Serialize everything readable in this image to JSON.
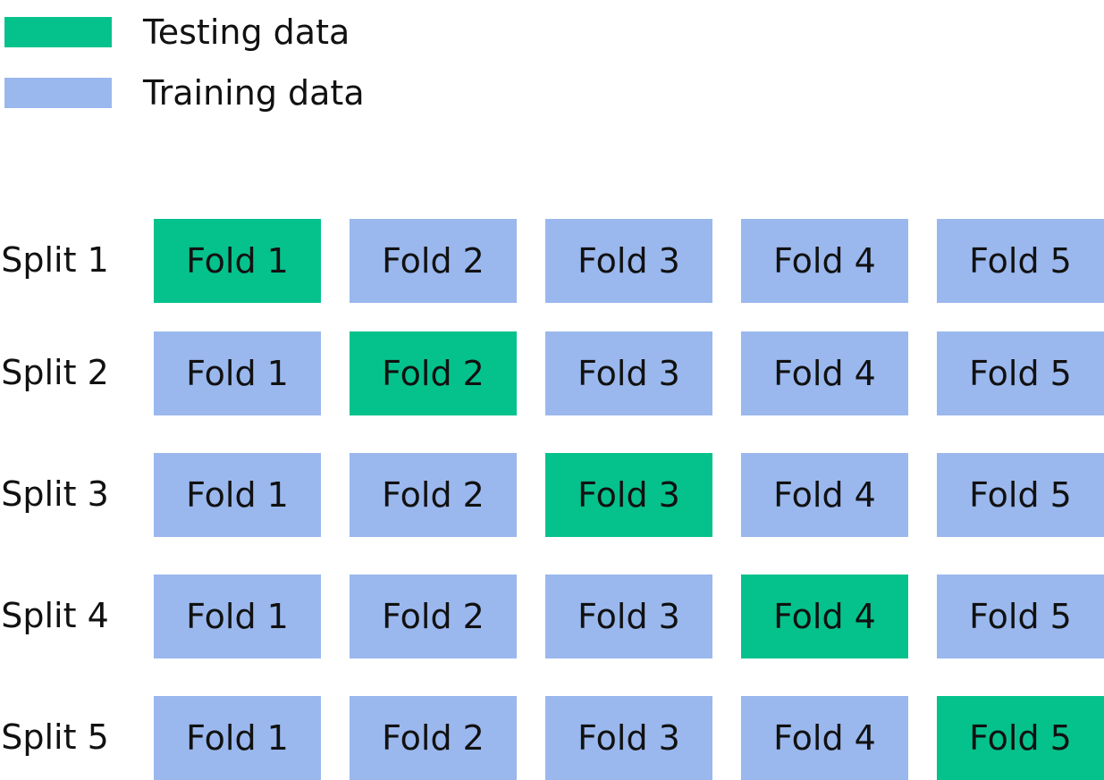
{
  "colors": {
    "testing": "#05c28d",
    "training": "#9bb8ee"
  },
  "legend": [
    {
      "label": "Testing data",
      "role": "testing"
    },
    {
      "label": "Training data",
      "role": "training"
    }
  ],
  "splits": [
    {
      "label": "Split 1",
      "test_fold": 1,
      "folds": [
        "Fold 1",
        "Fold 2",
        "Fold 3",
        "Fold 4",
        "Fold 5"
      ]
    },
    {
      "label": "Split 2",
      "test_fold": 2,
      "folds": [
        "Fold 1",
        "Fold 2",
        "Fold 3",
        "Fold 4",
        "Fold 5"
      ]
    },
    {
      "label": "Split 3",
      "test_fold": 3,
      "folds": [
        "Fold 1",
        "Fold 2",
        "Fold 3",
        "Fold 4",
        "Fold 5"
      ]
    },
    {
      "label": "Split 4",
      "test_fold": 4,
      "folds": [
        "Fold 1",
        "Fold 2",
        "Fold 3",
        "Fold 4",
        "Fold 5"
      ]
    },
    {
      "label": "Split 5",
      "test_fold": 5,
      "folds": [
        "Fold 1",
        "Fold 2",
        "Fold 3",
        "Fold 4",
        "Fold 5"
      ]
    }
  ]
}
